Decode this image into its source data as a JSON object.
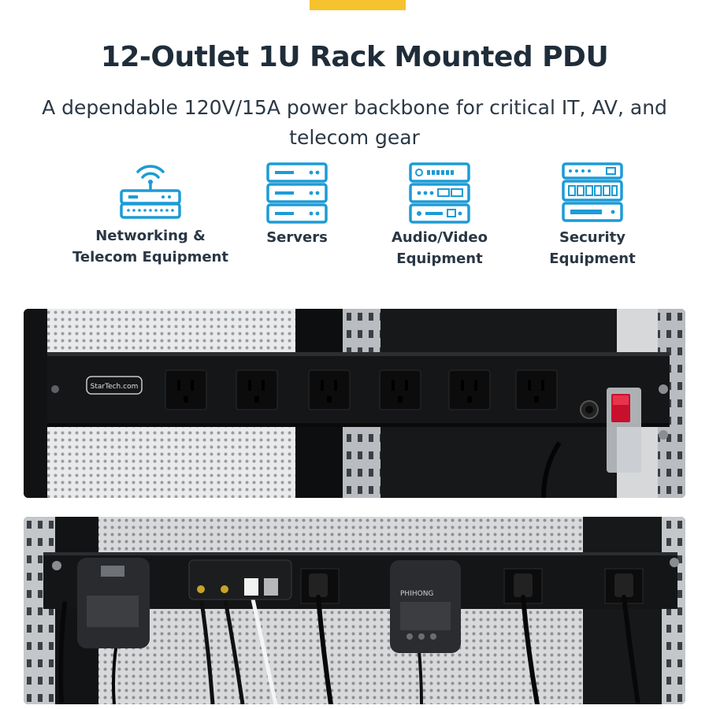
{
  "headline": "12-Outlet 1U Rack Mounted PDU",
  "subheadline": "A dependable 120V/15A power backbone for critical IT, AV, and telecom gear",
  "use_cases": [
    {
      "label": "Networking &\nTelecom Equipment",
      "icon": "router-icon"
    },
    {
      "label": "Servers",
      "icon": "server-icon"
    },
    {
      "label": "Audio/Video\nEquipment",
      "icon": "av-equipment-icon"
    },
    {
      "label": "Security\nEquipment",
      "icon": "security-equipment-icon"
    }
  ],
  "pdu_brand": "StarTech.com",
  "adapter_brand": "PHIHONG",
  "colors": {
    "accent": "#f6c22e",
    "icon_blue": "#1d9bd6",
    "heading": "#1f2d3a",
    "pdu_body": "#151618",
    "switch_red": "#c8102e"
  }
}
